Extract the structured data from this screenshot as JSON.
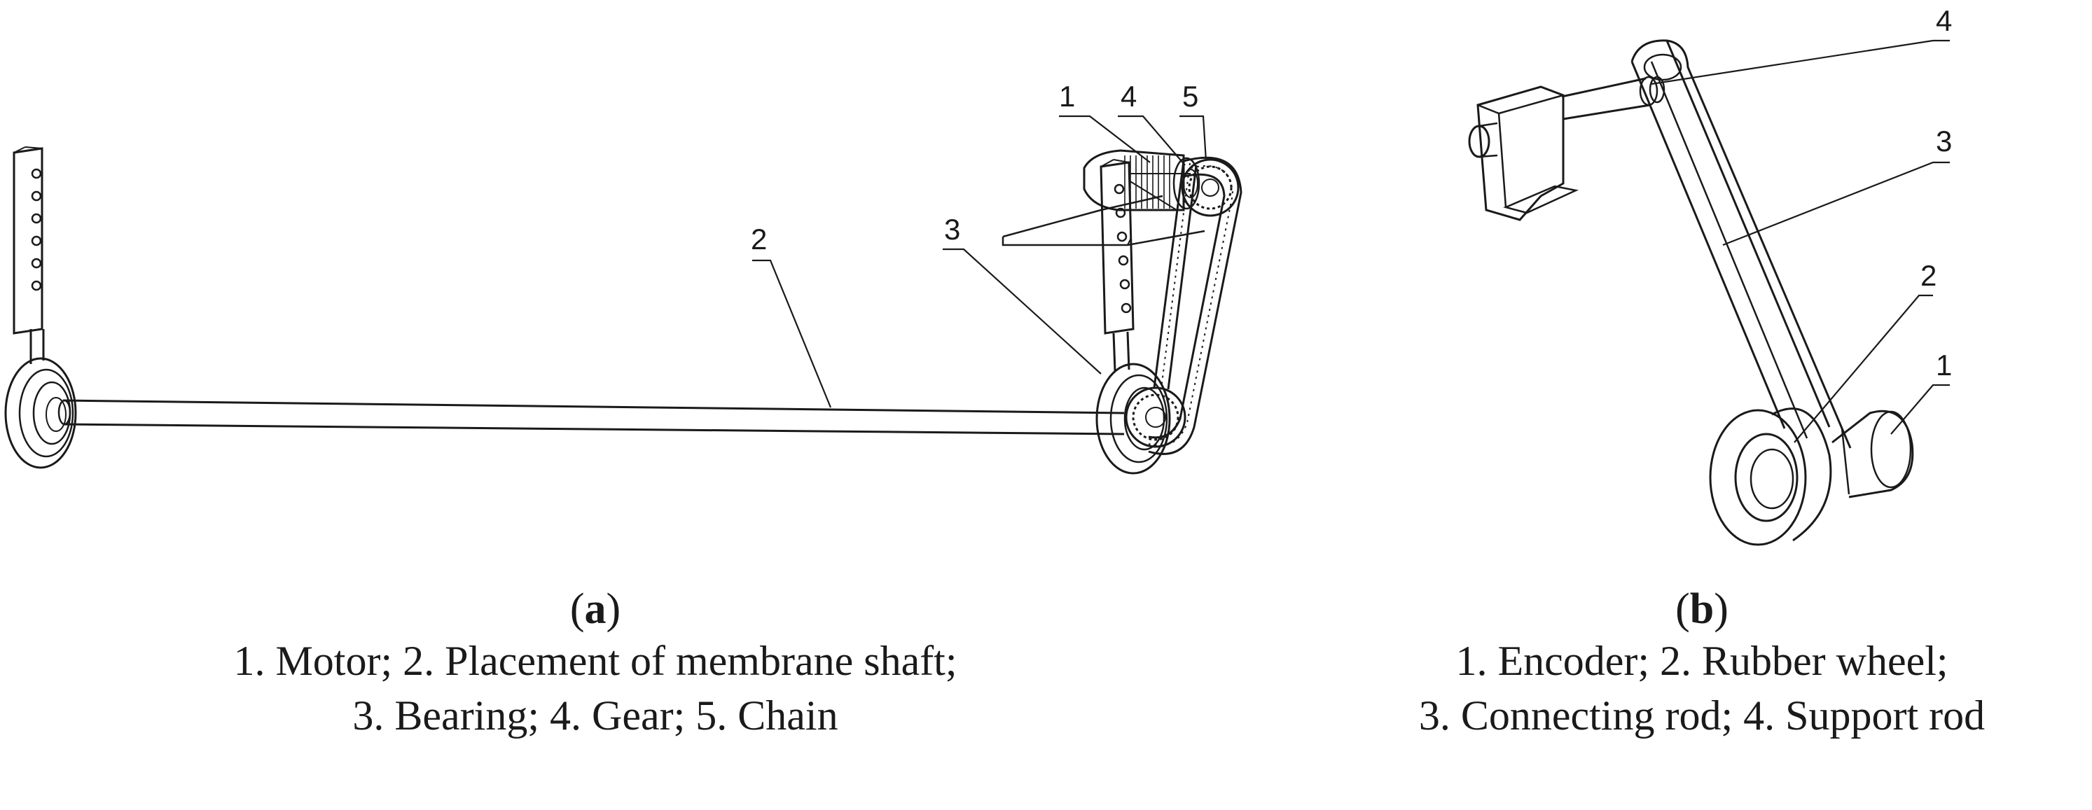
{
  "figure_a": {
    "label_open": "(",
    "label_letter": "a",
    "label_close": ")",
    "legend_line1": "1. Motor; 2. Placement of membrane shaft;",
    "legend_line2": "3. Bearing; 4. Gear; 5. Chain",
    "callouts": [
      "1",
      "2",
      "3",
      "4",
      "5"
    ]
  },
  "figure_b": {
    "label_open": "(",
    "label_letter": "b",
    "label_close": ")",
    "legend_line1": "1. Encoder; 2. Rubber wheel;",
    "legend_line2": "3. Connecting rod; 4. Support rod",
    "callouts": [
      "4",
      "3",
      "2",
      "1"
    ]
  }
}
